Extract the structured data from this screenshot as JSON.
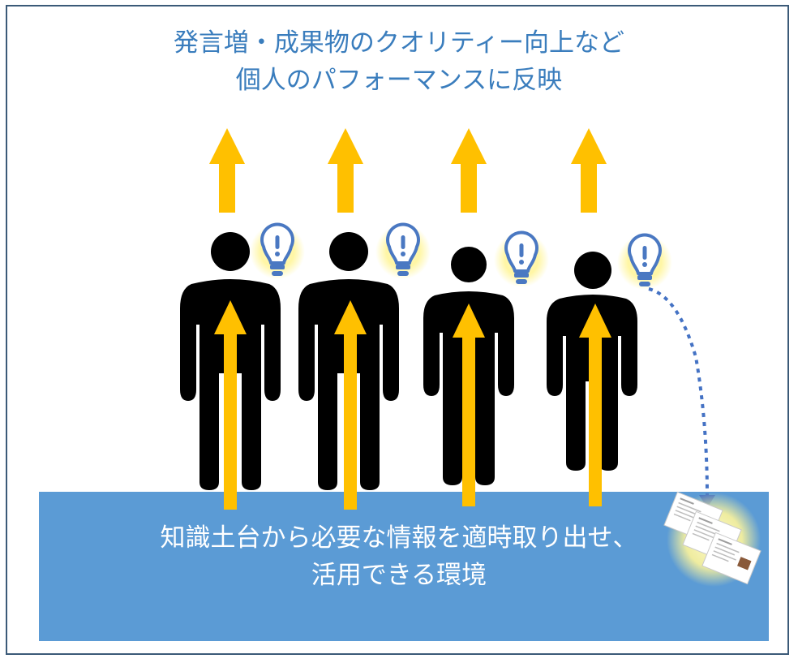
{
  "title": {
    "line1": "発言増・成果物のクオリティー向上など",
    "line2": "個人のパフォーマンスに反映"
  },
  "foundation": {
    "line1": "知識土台から必要な情報を適時取り出せ、",
    "line2": "活用できる環境"
  },
  "colors": {
    "arrow": "#ffc000",
    "foundation": "#5b9bd5",
    "title": "#3a7dbd",
    "person": "#000000",
    "bulb": "#4a78c2",
    "glow": "#fff7a0",
    "dotted_arrow": "#4472c4"
  },
  "icons": [
    "person-icon",
    "lightbulb-icon",
    "document-icon"
  ]
}
